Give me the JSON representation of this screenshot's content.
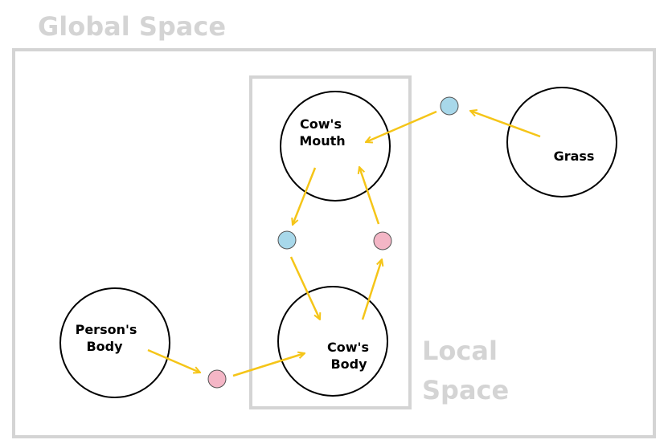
{
  "labels": {
    "global_space": "Global Space",
    "local_space_line1": "Local",
    "local_space_line2": "Space"
  },
  "nodes": {
    "cows_mouth": {
      "line1": "Cow's",
      "line2": "Mouth"
    },
    "grass": {
      "line1": "Grass"
    },
    "persons_body": {
      "line1": "Person's",
      "line2": "Body"
    },
    "cows_body": {
      "line1": "Cow's",
      "line2": "Body"
    }
  },
  "colors": {
    "frame": "#d4d4d4",
    "arrow": "#f5c518",
    "blue_dot": "#a8d8ea",
    "pink_dot": "#f4b6c6",
    "node_stroke": "#000000"
  }
}
